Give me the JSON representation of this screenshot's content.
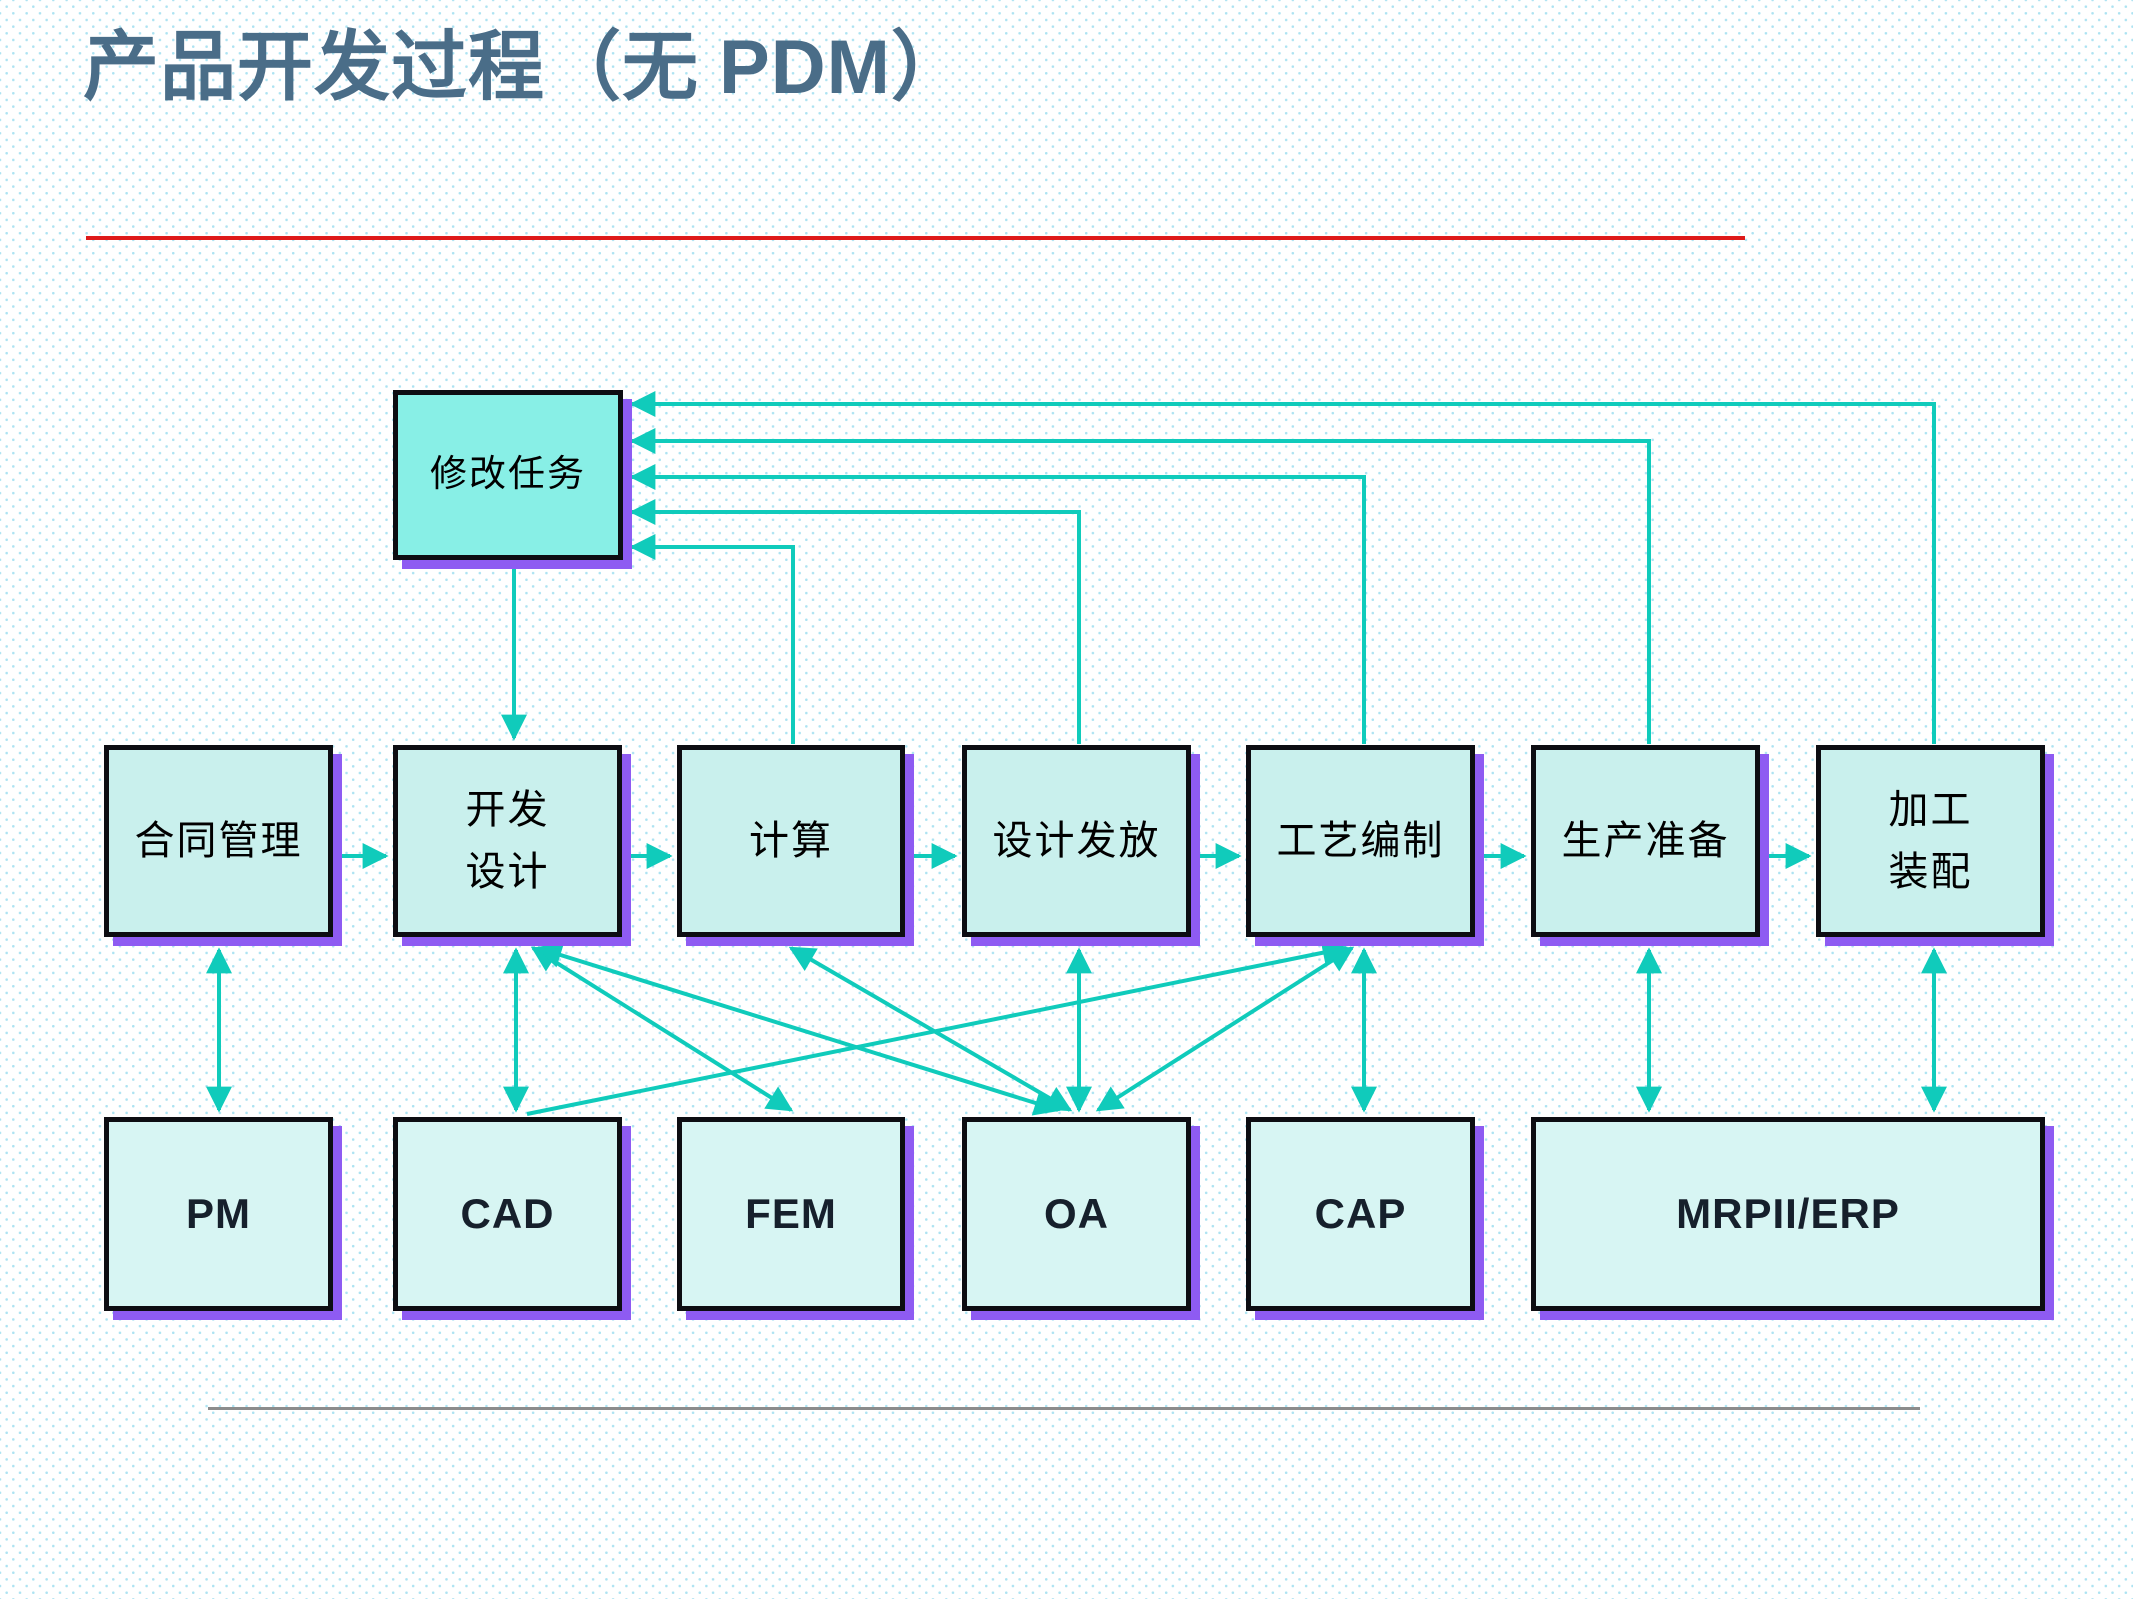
{
  "title": {
    "prefix": "产品开发过程（无 ",
    "pdm": "PDM",
    "suffix": "）"
  },
  "task_box": {
    "label": "修改任务"
  },
  "process_row": [
    {
      "id": "contract-management",
      "line1": "合同管理",
      "line2": ""
    },
    {
      "id": "development-design",
      "line1": "开发",
      "line2": "设计"
    },
    {
      "id": "calculation",
      "line1": "计算",
      "line2": ""
    },
    {
      "id": "design-release",
      "line1": "设计发放",
      "line2": ""
    },
    {
      "id": "process-planning",
      "line1": "工艺编制",
      "line2": ""
    },
    {
      "id": "production-preparation",
      "line1": "生产准备",
      "line2": ""
    },
    {
      "id": "machining-assembly",
      "line1": "加工",
      "line2": "装配"
    }
  ],
  "system_row": [
    {
      "id": "pm",
      "label": "PM"
    },
    {
      "id": "cad",
      "label": "CAD"
    },
    {
      "id": "fem",
      "label": "FEM"
    },
    {
      "id": "oa",
      "label": "OA"
    },
    {
      "id": "cap",
      "label": "CAP"
    },
    {
      "id": "mrpii-erp",
      "label": "MRPII/ERP"
    }
  ],
  "colors": {
    "accent_teal": "#10cbbb",
    "shadow_purple": "#8e5bf2",
    "box_border": "#0d0d12",
    "task_fill": "#88efe6",
    "process_fill": "#c9f0ed",
    "system_fill": "#d7f5f3",
    "title_color": "#4a6d88",
    "red_line": "#de1a1a",
    "gray_line": "#8c8c8c",
    "label_color": "#000000",
    "system_label_color": "#16202c",
    "bg_dot": "#ade3f2"
  }
}
